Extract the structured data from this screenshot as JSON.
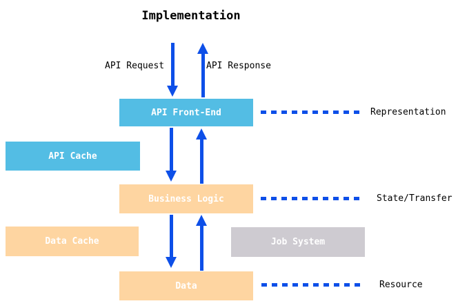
{
  "title": "Implementation",
  "flow_labels": {
    "request": "API Request",
    "response": "API Response"
  },
  "boxes": {
    "api_front_end": {
      "label": "API Front-End",
      "color": "#53bde4"
    },
    "api_cache": {
      "label": "API Cache",
      "color": "#53bde4"
    },
    "business_logic": {
      "label": "Business Logic",
      "color": "#fed5a1"
    },
    "data_cache": {
      "label": "Data Cache",
      "color": "#fed5a1"
    },
    "job_system": {
      "label": "Job System",
      "color": "#cecbd1"
    },
    "data": {
      "label": "Data",
      "color": "#fed5a1"
    }
  },
  "layer_labels": {
    "representation": "Representation",
    "state_transfer": "State/Transfer",
    "resource": "Resource"
  },
  "colors": {
    "arrow": "#0d4fe8",
    "box_text": "#ffffff",
    "label_text": "#000000"
  }
}
